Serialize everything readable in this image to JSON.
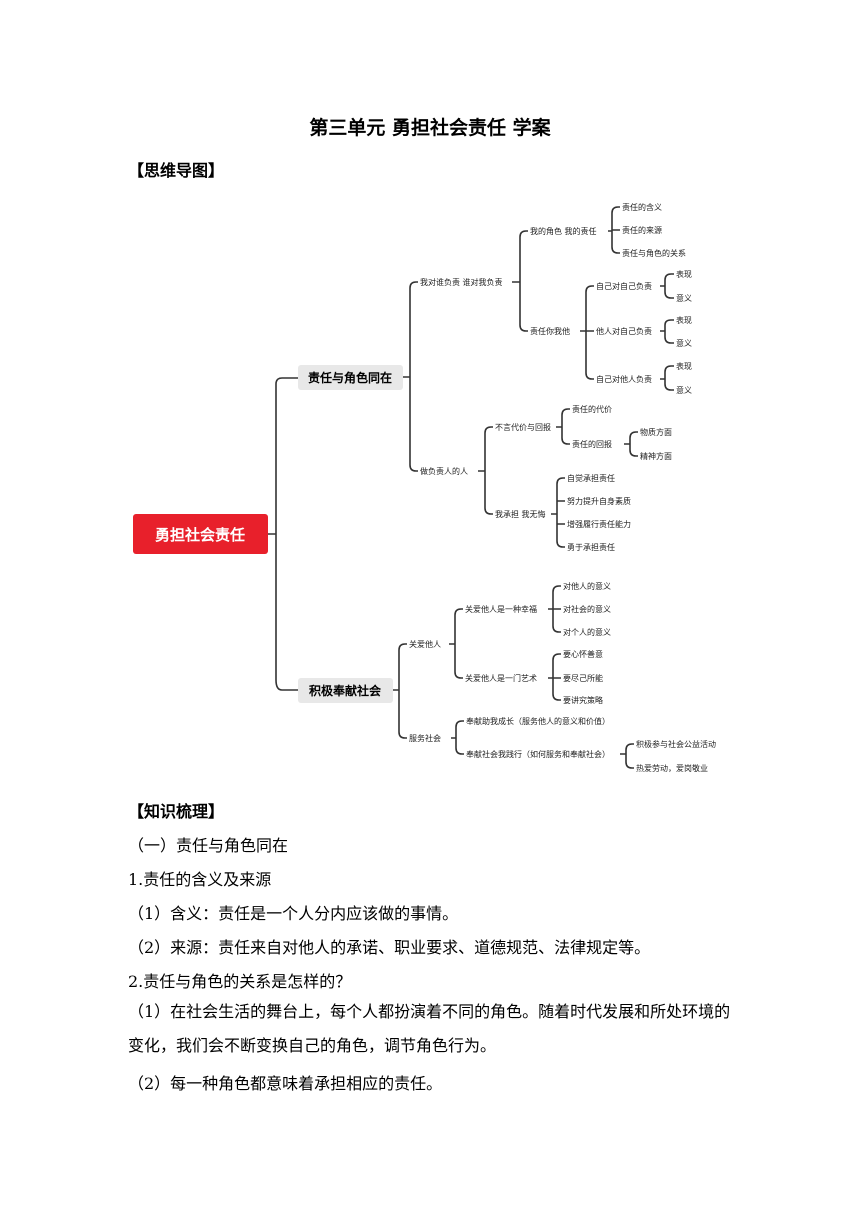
{
  "title": "第三单元  勇担社会责任  学案",
  "section_mindmap": "【思维导图】",
  "mindmap": {
    "root": "勇担社会责任",
    "b1": "责任与角色同在",
    "b1_1": "我对谁负责  谁对我负责",
    "b1_1_1": "我的角色  我的责任",
    "b1_1_1_items": [
      "责任的含义",
      "责任的来源",
      "责任与角色的关系"
    ],
    "b1_1_2": "责任你我他",
    "b1_1_2_items": [
      "自己对自己负责",
      "他人对自己负责",
      "自己对他人负责"
    ],
    "biaoxian": "表现",
    "yiyi": "意义",
    "b1_2": "做负责人的人",
    "b1_2_1": "不言代价与回报",
    "b1_2_1_a": "责任的代价",
    "b1_2_1_b": "责任的回报",
    "b1_2_1_b_items": [
      "物质方面",
      "精神方面"
    ],
    "b1_2_2": "我承担  我无悔",
    "b1_2_2_items": [
      "自觉承担责任",
      "努力提升自身素质",
      "增强履行责任能力",
      "勇于承担责任"
    ],
    "b2": "积极奉献社会",
    "b2_1": "关爱他人",
    "b2_1_1": "关爱他人是一种幸福",
    "b2_1_1_items": [
      "对他人的意义",
      "对社会的意义",
      "对个人的意义"
    ],
    "b2_1_2": "关爱他人是一门艺术",
    "b2_1_2_items": [
      "要心怀善意",
      "要尽己所能",
      "要讲究策略"
    ],
    "b2_2": "服务社会",
    "b2_2_1": "奉献助我成长（服务他人的意义和价值）",
    "b2_2_2": "奉献社会我践行（如何服务和奉献社会）",
    "b2_2_2_items": [
      "积极参与社会公益活动",
      "热爱劳动，爱岗敬业"
    ]
  },
  "section_knowledge": "【知识梳理】",
  "knowledge": {
    "s1": "（一）责任与角色同在",
    "q1": "1.责任的含义及来源",
    "q1_a": "（1）含义：责任是一个人分内应该做的事情。",
    "q1_b": "（2）来源：责任来自对他人的承诺、职业要求、道德规范、法律规定等。",
    "q2": "2.责任与角色的关系是怎样的？",
    "q2_a": "（1）在社会生活的舞台上，每个人都扮演着不同的角色。随着时代发展和所处环境的变化，我们会不断变换自己的角色，调节角色行为。",
    "q2_b": "（2）每一种角色都意味着承担相应的责任。"
  },
  "colors": {
    "root": "#e8202b",
    "line": "#333333",
    "box": "#e8e8e8"
  }
}
